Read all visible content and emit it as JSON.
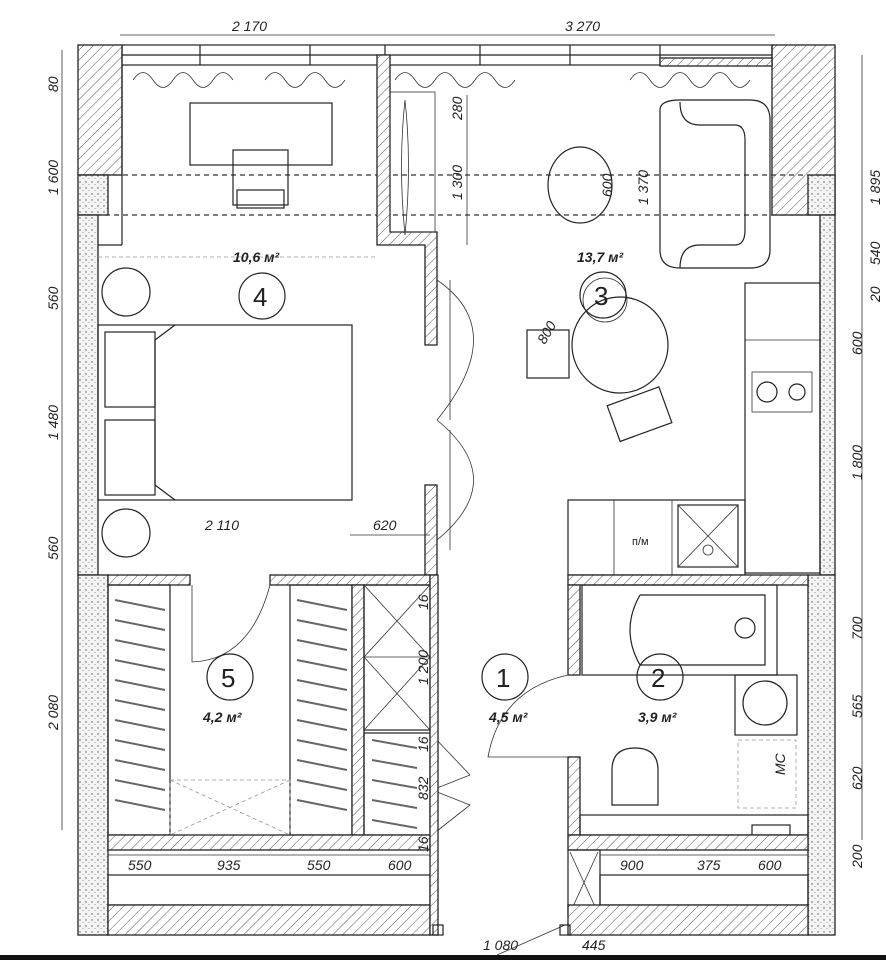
{
  "rooms": [
    {
      "number": "1",
      "area": "4,5 м²"
    },
    {
      "number": "2",
      "area": "3,9 м²"
    },
    {
      "number": "3",
      "area": "13,7 м²"
    },
    {
      "number": "4",
      "area": "10,6 м²"
    },
    {
      "number": "5",
      "area": "4,2 м²"
    }
  ],
  "dimensions": {
    "top": [
      "2 170",
      "3 270"
    ],
    "left": [
      "80",
      "1 600",
      "560",
      "1 480",
      "560",
      "2 080"
    ],
    "right": [
      "1 895",
      "540",
      "20",
      "600",
      "1 800",
      "700",
      "565",
      "620",
      "200"
    ],
    "interior": [
      "280",
      "1 300",
      "600",
      "1 370",
      "800",
      "2 110",
      "620",
      "16",
      "1 200",
      "16",
      "832",
      "16"
    ],
    "bottom_left": [
      "550",
      "935",
      "550",
      "600"
    ],
    "bottom_right": [
      "900",
      "375",
      "600"
    ],
    "entrance": [
      "1 080",
      "445"
    ]
  },
  "labels": {
    "washer": "п/м",
    "cabinet": "МС"
  }
}
